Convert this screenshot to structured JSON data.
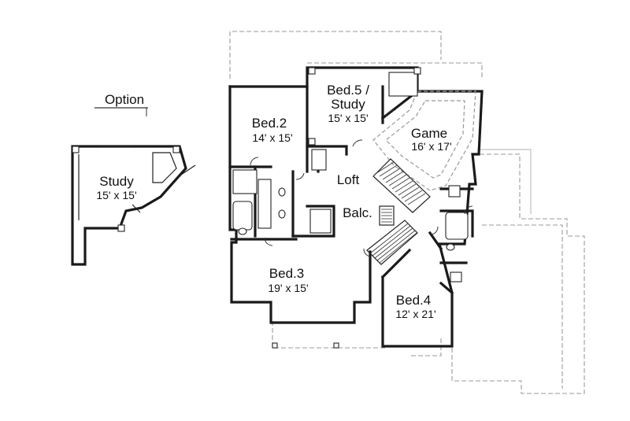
{
  "option": {
    "label": "Option",
    "study": {
      "name": "Study",
      "size": "15' x 15'"
    }
  },
  "rooms": {
    "bed2": {
      "name": "Bed.2",
      "size": "14' x 15'"
    },
    "bed5": {
      "name": "Bed.5 /",
      "name2": "Study",
      "size": "15' x 15'"
    },
    "game": {
      "name": "Game",
      "size": "16' x 17'"
    },
    "loft": {
      "name": "Loft"
    },
    "balc": {
      "name": "Balc."
    },
    "bed3": {
      "name": "Bed.3",
      "size": "19' x 15'"
    },
    "bed4": {
      "name": "Bed.4",
      "size": "12' x 21'"
    }
  }
}
